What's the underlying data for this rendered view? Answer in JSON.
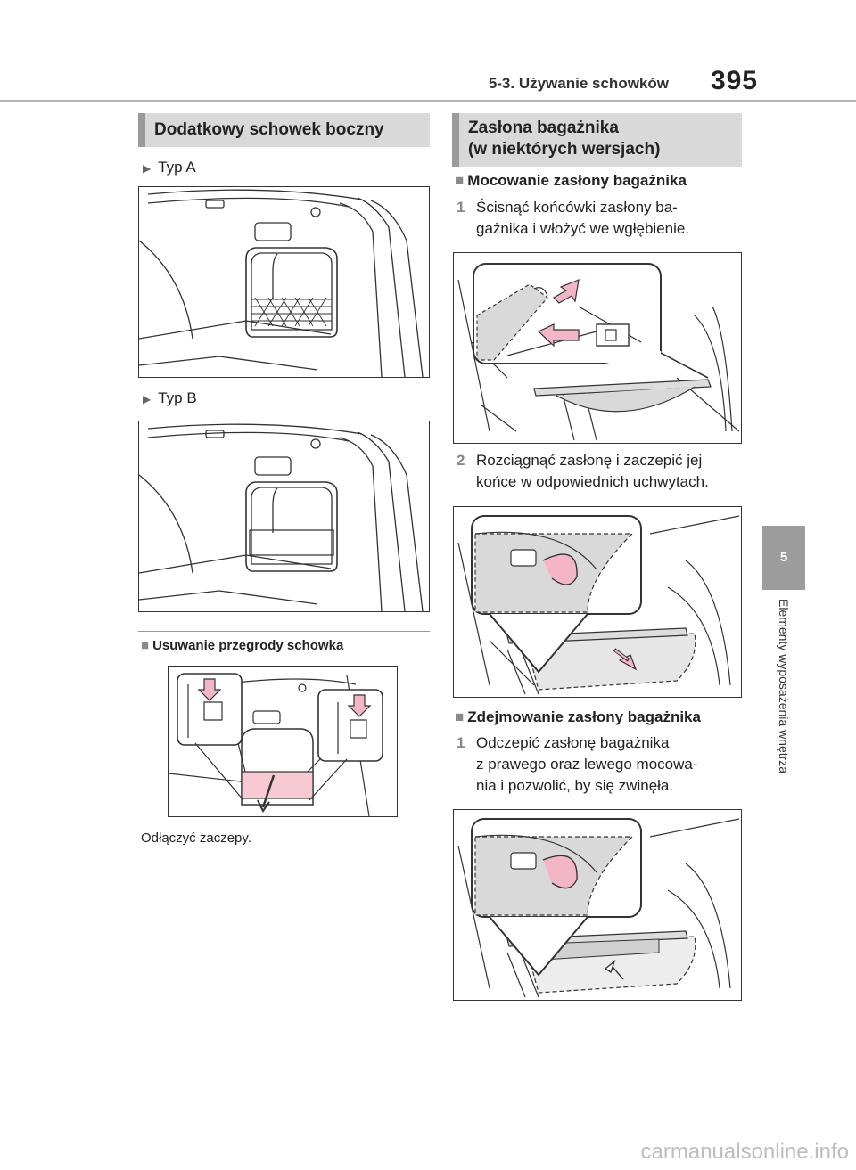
{
  "header": {
    "title": "5-3. Używanie schowków",
    "page_number": "395"
  },
  "side": {
    "chapter_number": "5",
    "chapter_title": "Elementy wyposażenia wnętrza"
  },
  "left": {
    "section_title": "Dodatkowy schowek boczny",
    "type_a": "Typ A",
    "type_b": "Typ B",
    "removal_heading": "Usuwanie przegrody schowka",
    "removal_caption": "Odłączyć zaczepy."
  },
  "right": {
    "section_title_line1": "Zasłona bagażnika",
    "section_title_line2": "(w niektórych wersjach)",
    "mount_heading": "Mocowanie zasłony bagażnika",
    "step1_num": "1",
    "step1_line1": "Ścisnąć końcówki zasłony ba-",
    "step1_line2": "gażnika i włożyć we wgłębienie.",
    "step2_num": "2",
    "step2_line1": "Rozciągnąć zasłonę i zaczepić jej",
    "step2_line2": "końce w odpowiednich uchwytach.",
    "remove_heading": "Zdejmowanie zasłony bagażnika",
    "step3_num": "1",
    "step3_line1": "Odczepić zasłonę bagażnika",
    "step3_line2": "z prawego oraz lewego mocowa-",
    "step3_line3": "nia i pozwolić, by się zwinęła."
  },
  "watermark": "carmanualsonline.info",
  "colors": {
    "accent_pink": "#f4b6c6",
    "header_gray": "#d9d9d9",
    "tab_gray": "#9c9c9c"
  }
}
